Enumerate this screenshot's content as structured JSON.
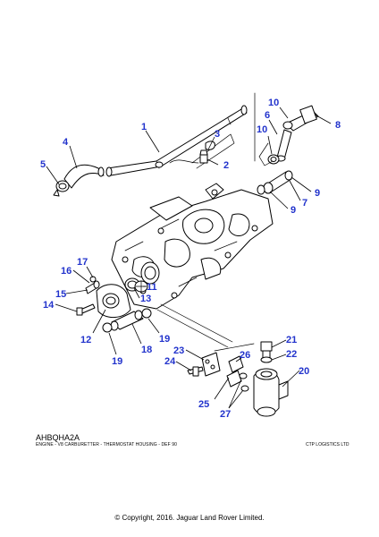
{
  "diagram": {
    "callouts": [
      "1",
      "2",
      "3",
      "4",
      "5",
      "6",
      "7",
      "8",
      "9",
      "9",
      "10",
      "10",
      "11",
      "12",
      "13",
      "14",
      "15",
      "16",
      "17",
      "18",
      "19",
      "19",
      "20",
      "21",
      "22",
      "23",
      "24",
      "25",
      "26",
      "27"
    ],
    "ref_code": "AHBQHA2A",
    "ref_description": "ENGINE - V8 CARBURETTER - THERMOSTAT HOUSING - DEF 90",
    "supplier": "CTP LOGISTICS LTD",
    "copyright": "© Copyright, 2016. Jaguar Land Rover Limited."
  },
  "colors": {
    "callout": "#2233cc",
    "line": "#000000"
  }
}
